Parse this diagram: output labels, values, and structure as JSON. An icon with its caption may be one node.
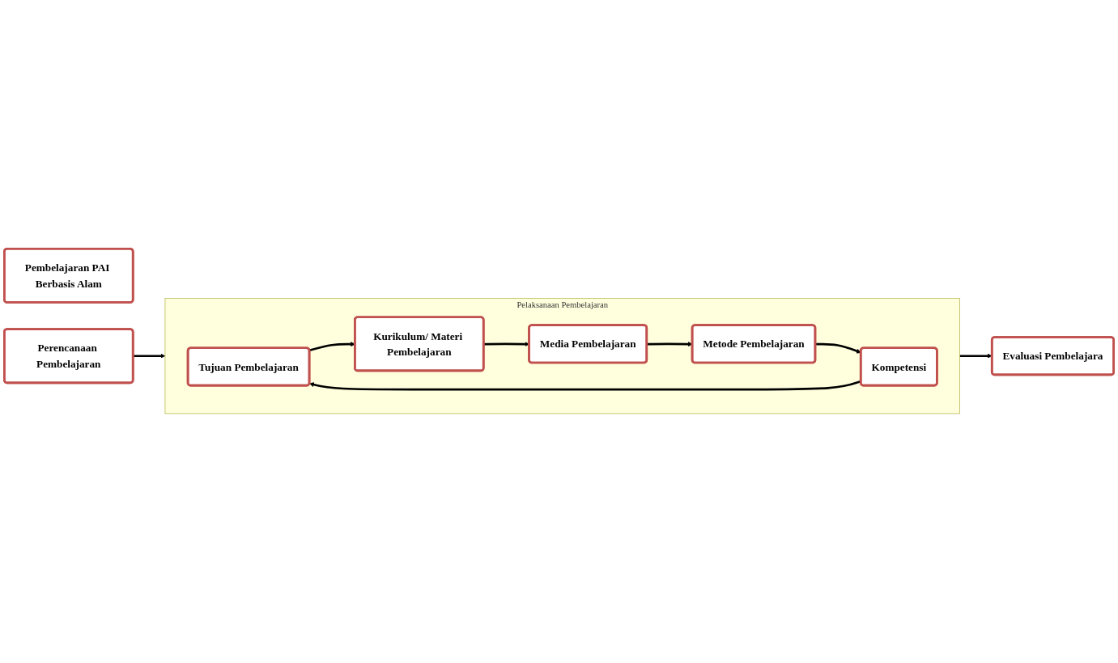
{
  "diagram": {
    "nodes": [
      {
        "text": [
          "Pembelajaran PAI Berbasis Alam"
        ]
      },
      {
        "text": [
          "Perencanaan Pembelajaran"
        ]
      },
      {
        "text": [
          "Pelaksanaan Pembelajaran"
        ]
      },
      {
        "text": [
          "Tujuan Pembelajaran"
        ],
        "in": 2
      },
      {
        "text": [
          "Kurikulum/ Materi Pembelajaran"
        ],
        "in": 2
      },
      {
        "text": [
          "Media Pembelajaran"
        ],
        "in": 2
      },
      {
        "text": [
          "Metode Pembelajaran"
        ],
        "in": 2
      },
      {
        "text": [
          "Kompetensi"
        ],
        "in": 2
      },
      {
        "text": [
          "Evaluasi Pembelajara"
        ]
      }
    ],
    "edges": [
      {
        "from": 1,
        "to": 2,
        "arrow": "to"
      },
      {
        "from": 2,
        "to": 8,
        "arrow": "to"
      },
      {
        "from": 7,
        "to": 3,
        "arrow": "to"
      },
      {
        "from": 3,
        "to": 4,
        "arrow": "to"
      },
      {
        "from": 4,
        "to": 5,
        "arrow": "to"
      },
      {
        "from": 5,
        "to": 6,
        "arrow": "to"
      },
      {
        "from": 6,
        "to": 7,
        "arrow": "to"
      }
    ]
  }
}
